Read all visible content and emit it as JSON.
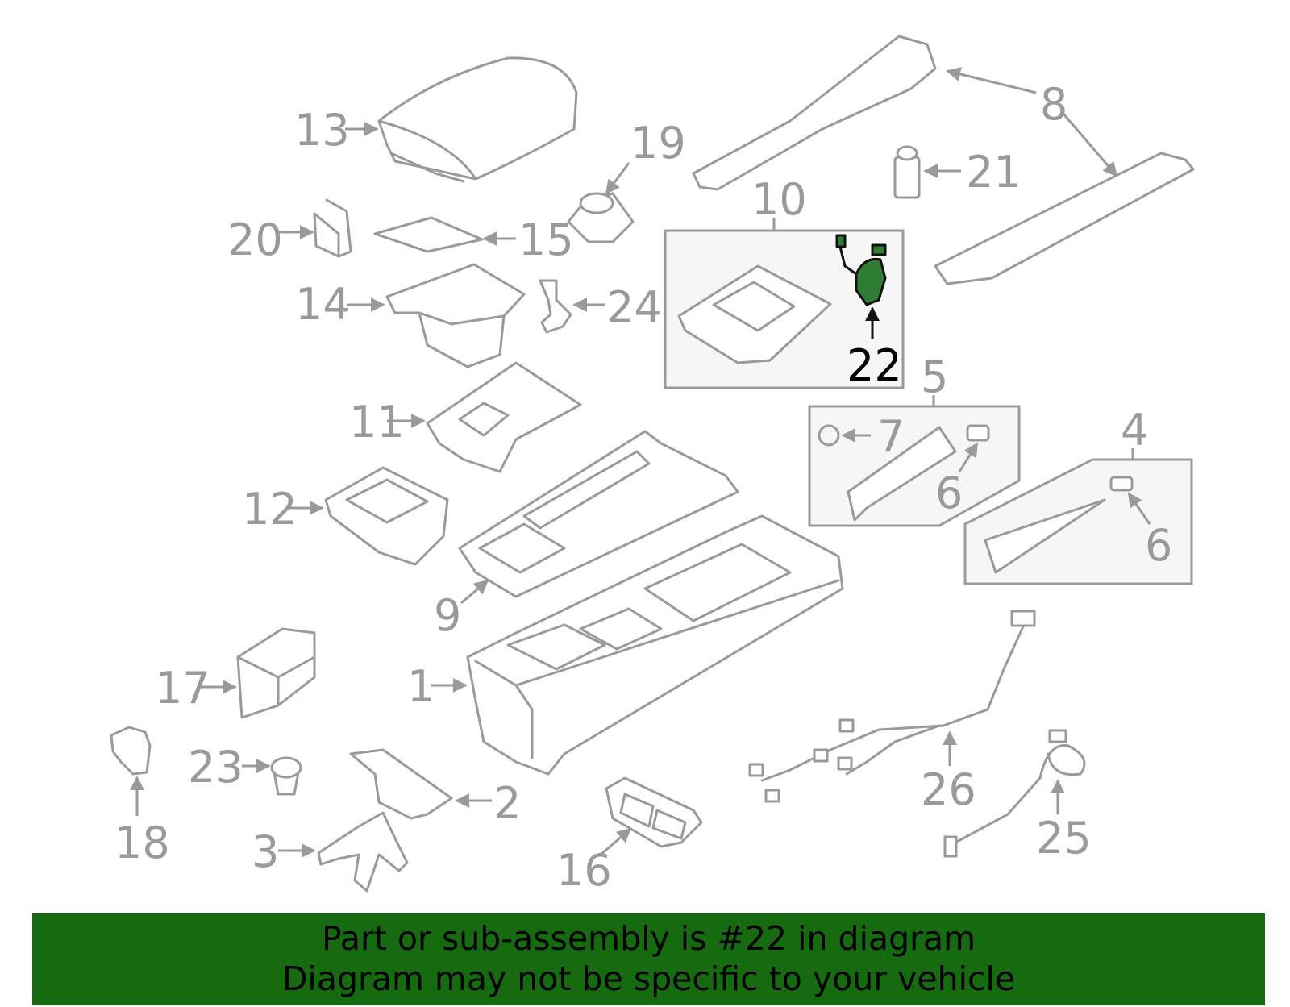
{
  "labels": {
    "p1": "1",
    "p2": "2",
    "p3": "3",
    "p4": "4",
    "p5": "5",
    "p6a": "6",
    "p6b": "6",
    "p7": "7",
    "p8": "8",
    "p9": "9",
    "p10": "10",
    "p11": "11",
    "p12": "12",
    "p13": "13",
    "p14": "14",
    "p15": "15",
    "p16": "16",
    "p17": "17",
    "p18": "18",
    "p19": "19",
    "p20": "20",
    "p21": "21",
    "p22": "22",
    "p23": "23",
    "p24": "24",
    "p25": "25",
    "p26": "26"
  },
  "banner": {
    "line1": "Part or sub-assembly is #22 in diagram",
    "line2": "Diagram may not be specific to your vehicle"
  },
  "colors": {
    "banner_bg": "#166a0f",
    "highlight": "#2e7d32",
    "line_gray": "#9a9a9a"
  }
}
